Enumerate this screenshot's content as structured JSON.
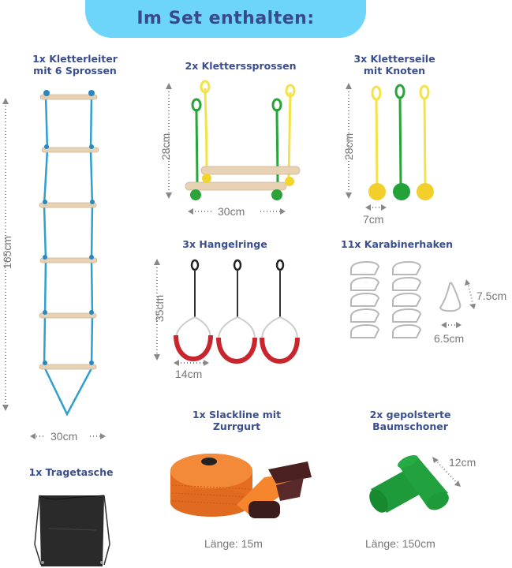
{
  "banner": {
    "title": "Im Set enthalten:"
  },
  "items": {
    "ladder": {
      "line1": "1x Kletterleiter",
      "line2": "mit 6 Sprossen",
      "height": "165cm",
      "width": "30cm"
    },
    "rungs": {
      "title": "2x Kletterssprossen",
      "height": "28cm",
      "width": "30cm"
    },
    "ropes": {
      "line1": "3x Kletterseile",
      "line2": "mit Knoten",
      "height": "28cm",
      "width": "7cm"
    },
    "rings": {
      "title": "3x Hangelringe",
      "height": "35cm",
      "width": "14cm"
    },
    "carabiners": {
      "title": "11x Karabinerhaken",
      "height": "7.5cm",
      "width": "6.5cm"
    },
    "slackline": {
      "line1": "1x Slackline mit",
      "line2": "Zurrgurt",
      "length": "Länge: 15m"
    },
    "treeguards": {
      "line1": "2x gepolsterte",
      "line2": "Baumschoner",
      "width": "12cm",
      "length": "Länge: 150cm"
    },
    "bag": {
      "title": "1x Tragetasche"
    }
  },
  "colors": {
    "banner_bg": "#6dd4fa",
    "heading": "#3b4f8f",
    "dimension_text": "#777777",
    "rope_blue": "#2f9fd0",
    "wood": "#e8d2b4",
    "rope_yellow": "#f2e34a",
    "rope_green": "#2aa33b",
    "ring_red": "#c8252c",
    "strap_orange": "#f07a2a",
    "guard_green": "#1f9a3a",
    "bag_black": "#222222"
  }
}
